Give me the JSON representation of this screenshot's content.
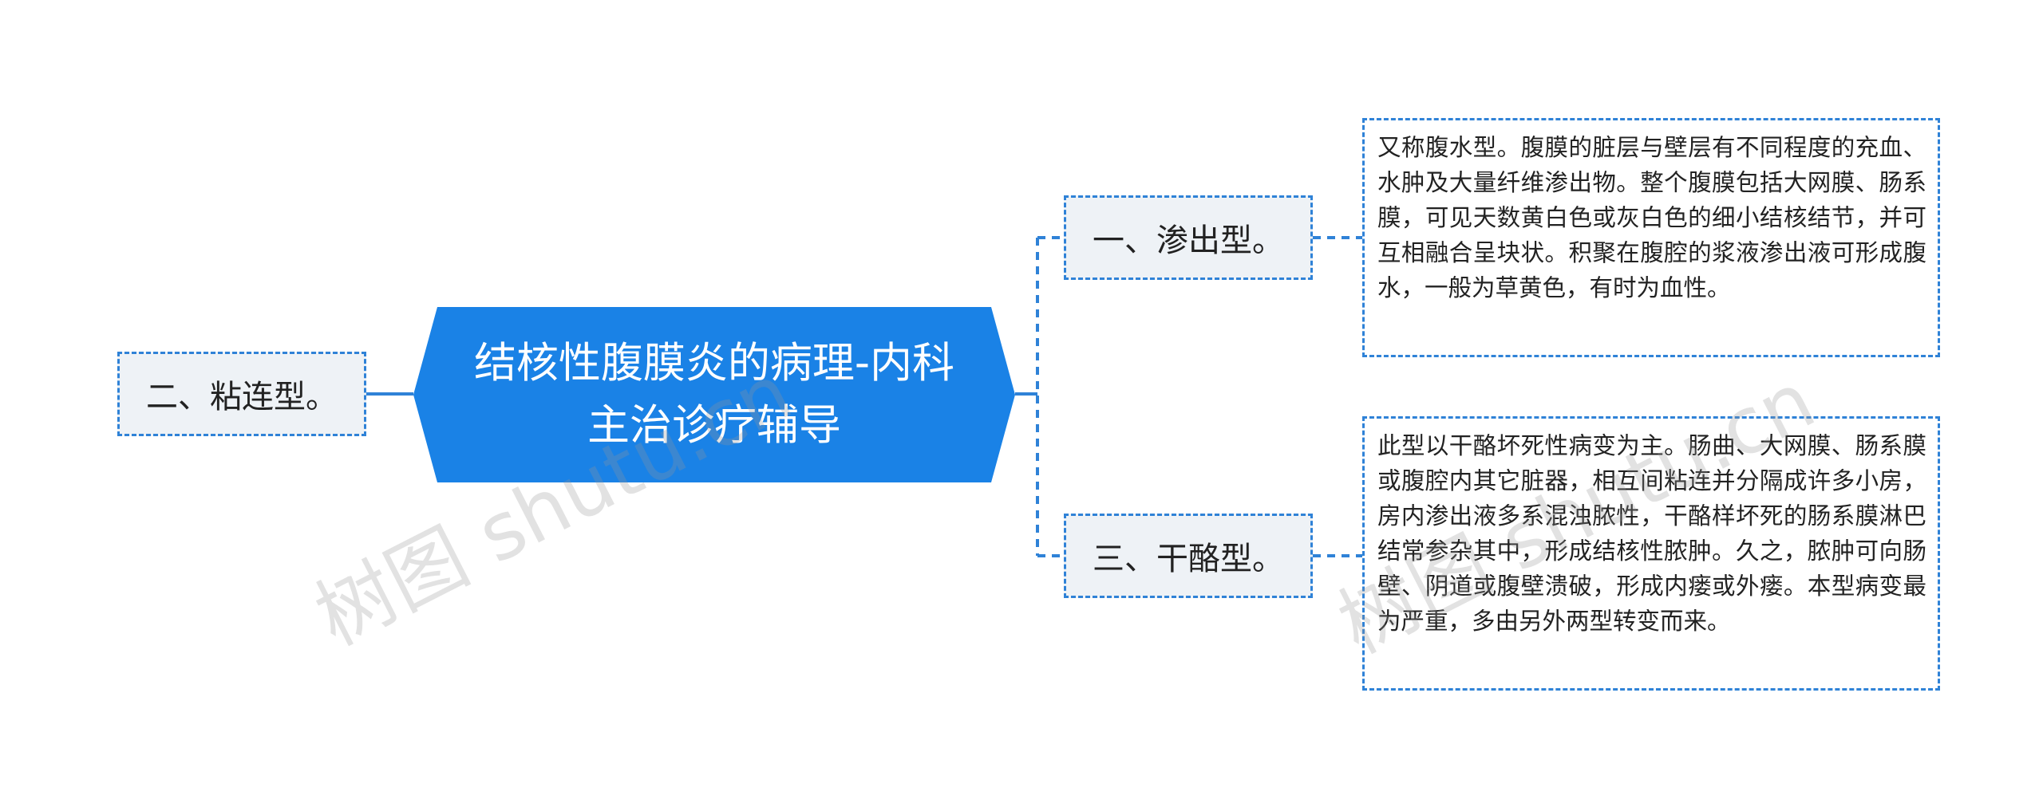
{
  "mindmap": {
    "root": {
      "line1": "结核性腹膜炎的病理-内科",
      "line2": "主治诊疗辅导"
    },
    "branches": {
      "left": "二、粘连型。",
      "top_right": "一、渗出型。",
      "bottom_right": "三、干酪型。"
    },
    "details": {
      "top_right": "又称腹水型。腹膜的脏层与壁层有不同程度的充血、水肿及大量纤维渗出物。整个腹膜包括大网膜、肠系膜，可见天数黄白色或灰白色的细小结核结节，并可互相融合呈块状。积聚在腹腔的浆液渗出液可形成腹水，一般为草黄色，有时为血性。",
      "bottom_right": "此型以干酪坏死性病变为主。肠曲、大网膜、肠系膜或腹腔内其它脏器，相互间粘连并分隔成许多小房，房内渗出液多系混浊脓性，干酪样坏死的肠系膜淋巴结常参杂其中，形成结核性脓肿。久之，脓肿可向肠壁、阴道或腹壁溃破，形成内瘘或外瘘。本型病变最为严重，多由另外两型转变而来。"
    }
  },
  "watermarks": [
    "树图 shutu.cn",
    "树图 shutu.cn"
  ],
  "colors": {
    "root_fill": "#1a82e6",
    "accent": "#2f82d7",
    "branch_fill": "#eef2f6"
  }
}
